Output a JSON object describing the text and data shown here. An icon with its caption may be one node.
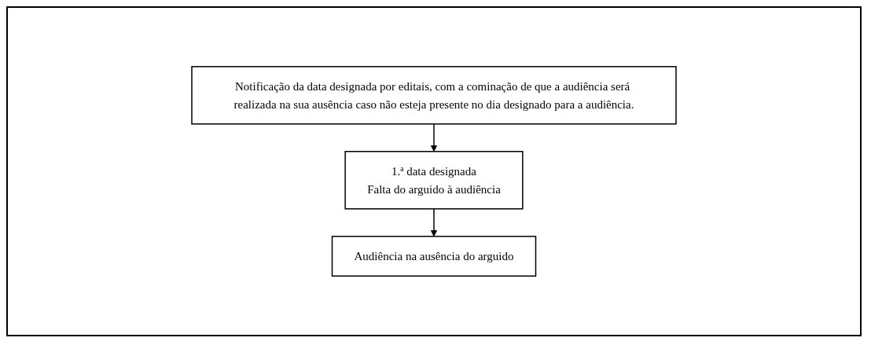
{
  "diagram": {
    "nodes": [
      {
        "text": [
          "Notificação da data designada por editais, com a cominação de que a audiência será realizada na sua ausência caso não esteja presente no dia designado para a audiência."
        ]
      },
      {
        "text": [
          "1.ª data designada",
          "Falta do arguido à audiência"
        ]
      },
      {
        "text": [
          "Audiência na ausência do arguido"
        ]
      }
    ],
    "edges": [
      {
        "from": 0,
        "to": 1,
        "arrow": "to"
      },
      {
        "from": 1,
        "to": 2,
        "arrow": "to"
      }
    ]
  }
}
